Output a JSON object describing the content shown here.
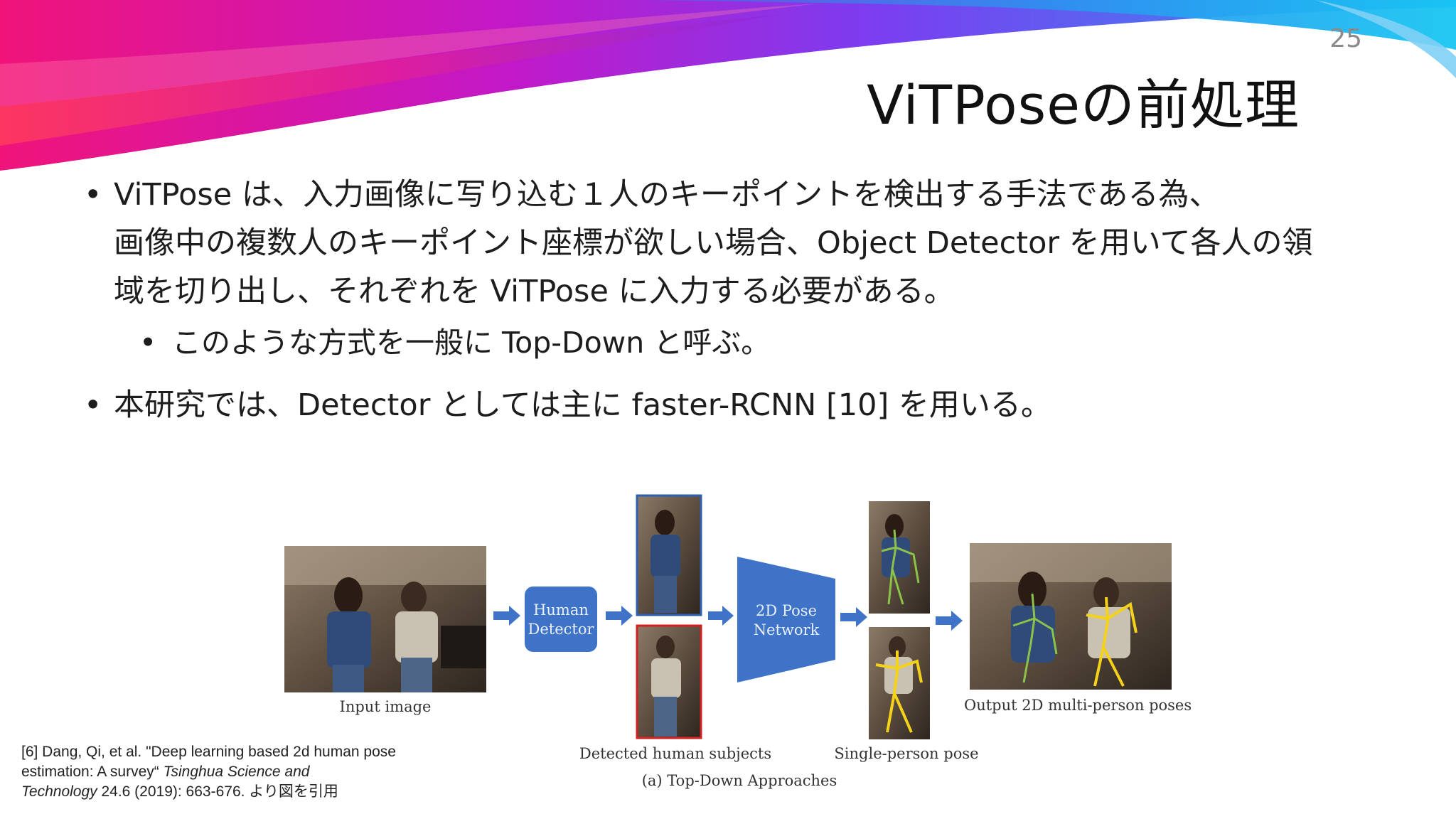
{
  "slide": {
    "page_number": "25",
    "title": "ViTPoseの前処理"
  },
  "bullets": {
    "b1": "ViTPose は、入力画像に写り込む１人のキーポイントを検出する手法である為、画像中の複数人のキーポイント座標が欲しい場合、Object Detector を用いて各人の領域を切り出し、それぞれを ViTPose に入力する必要がある。",
    "b1_line1": "ViTPose は、入力画像に写り込む１人のキーポイントを検出する手法である為、",
    "b1_line2": "画像中の複数人のキーポイント座標が欲しい場合、Object Detector を用いて各人の領",
    "b1_line3": "域を切り出し、それぞれを ViTPose に入力する必要がある。",
    "b2": "このような方式を一般に Top-Down と呼ぶ。",
    "b3": "本研究では、Detector としては主に faster-RCNN [10] を用いる。"
  },
  "figure": {
    "human_detector_line1": "Human",
    "human_detector_line2": "Detector",
    "pose_network_line1": "2D Pose",
    "pose_network_line2": "Network",
    "caption_input": "Input image",
    "caption_detected": "Detected human subjects",
    "caption_single": "Single-person pose",
    "caption_output": "Output 2D multi-person poses",
    "caption_main": "(a) Top-Down Approaches"
  },
  "citation": {
    "part1": "[6] Dang, Qi, et al. \"Deep learning based 2d human pose",
    "part2": "estimation: A survey“ ",
    "journal_a": "Tsinghua Science and",
    "journal_b": "Technology",
    "part3": " 24.6 (2019): 663-676. より図を引用"
  },
  "colors": {
    "swoosh_magenta": "#e0147f",
    "swoosh_purple": "#8a2be2",
    "swoosh_cyan": "#19b2e8",
    "diagram_blue": "#3f73c8",
    "detect_box_blue": "#2f5fb0",
    "detect_box_red": "#d42020",
    "skeleton_green": "#8bc34a",
    "skeleton_yellow": "#f5d21a"
  }
}
